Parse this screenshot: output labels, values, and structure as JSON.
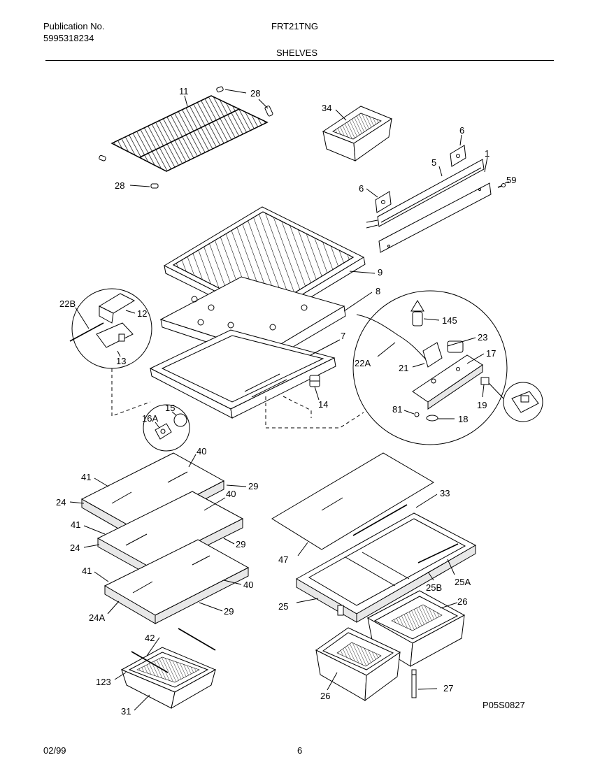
{
  "header": {
    "publication_label": "Publication No.",
    "publication_number": "5995318234",
    "model": "FRT21TNG",
    "section": "SHELVES"
  },
  "footer": {
    "date": "02/99",
    "page": "6",
    "drawing_code": "P05S0827"
  },
  "callouts": {
    "c11": "11",
    "c28a": "28",
    "c28b": "28",
    "c34": "34",
    "c6a": "6",
    "c6b": "6",
    "c5": "5",
    "c1": "1",
    "c59": "59",
    "c9": "9",
    "c8": "8",
    "c22B": "22B",
    "c12": "12",
    "c13": "13",
    "c7": "7",
    "c145": "145",
    "c23": "23",
    "c17": "17",
    "c22A": "22A",
    "c21": "21",
    "c14": "14",
    "c19": "19",
    "c81": "81",
    "c18": "18",
    "c15": "15",
    "c16A": "16A",
    "c40a": "40",
    "c41a": "41",
    "c29a": "29",
    "c24a": "24",
    "c40b": "40",
    "c41b": "41",
    "c24b": "24",
    "c29b": "29",
    "c41c": "41",
    "c40c": "40",
    "c24A": "24A",
    "c29c": "29",
    "c33": "33",
    "c47": "47",
    "c25A": "25A",
    "c25B": "25B",
    "c25": "25",
    "c26a": "26",
    "c26b": "26",
    "c27": "27",
    "c42": "42",
    "c123": "123",
    "c31": "31"
  }
}
